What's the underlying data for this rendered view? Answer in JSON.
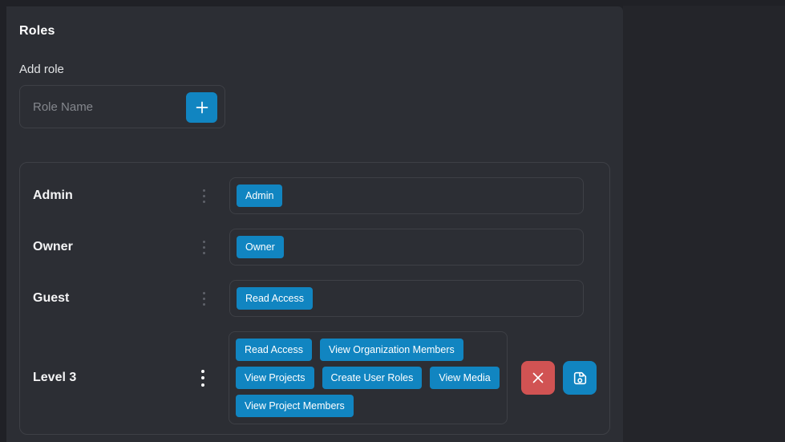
{
  "page": {
    "title": "Roles"
  },
  "colors": {
    "accent_blue": "#1185c1",
    "danger_red": "#d15353",
    "panel_bg": "#2c2e34",
    "outer_bg": "#202126",
    "side_bg": "#24252a",
    "border": "#3e4046"
  },
  "add_role": {
    "section_label": "Add role",
    "input_placeholder": "Role Name",
    "input_value": ""
  },
  "icons": {
    "add": "plus-icon",
    "row_menu": "kebab-vertical-icon",
    "delete": "x-cross-icon",
    "save": "floppy-disk-icon"
  },
  "roles": [
    {
      "name": "Admin",
      "permissions": [
        "Admin"
      ],
      "editing": false
    },
    {
      "name": "Owner",
      "permissions": [
        "Owner"
      ],
      "editing": false
    },
    {
      "name": "Guest",
      "permissions": [
        "Read Access"
      ],
      "editing": false
    },
    {
      "name": "Level 3",
      "permissions": [
        "Read Access",
        "View Organization Members",
        "View Projects",
        "Create User Roles",
        "View Media",
        "View Project Members"
      ],
      "editing": true
    }
  ]
}
